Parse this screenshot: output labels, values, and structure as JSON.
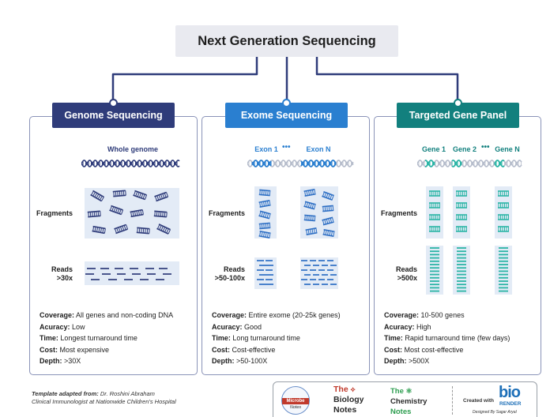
{
  "title": "Next Generation Sequencing",
  "columns": [
    {
      "header": "Genome Sequencing",
      "sublabel": "Whole genome",
      "fragments_label": "Fragments",
      "reads_label": [
        "Reads",
        ">30x"
      ],
      "info": [
        {
          "key": "Coverage:",
          "value": "All genes and non-coding DNA"
        },
        {
          "key": "Acuracy:",
          "value": "Low"
        },
        {
          "key": "Time:",
          "value": "Longest turnaround time"
        },
        {
          "key": "Cost:",
          "value": "Most expensive"
        },
        {
          "key": "Depth:",
          "value": ">30X"
        }
      ]
    },
    {
      "header": "Exome Sequencing",
      "sublabels": [
        "Exon 1",
        "•••",
        "Exon N"
      ],
      "fragments_label": "Fragments",
      "reads_label": [
        "Reads",
        ">50-100x"
      ],
      "info": [
        {
          "key": "Coverage:",
          "value": "Entire exome (20-25k genes)"
        },
        {
          "key": "Acuracy:",
          "value": "Good"
        },
        {
          "key": "Time:",
          "value": "Long turnaround time"
        },
        {
          "key": "Cost:",
          "value": "Cost-effective"
        },
        {
          "key": "Depth:",
          "value": ">50-100X"
        }
      ]
    },
    {
      "header": "Targeted Gene Panel",
      "sublabels": [
        "Gene 1",
        "Gene 2",
        "•••",
        "Gene N"
      ],
      "fragments_label": "Fragments",
      "reads_label": [
        "Reads",
        ">500x"
      ],
      "info": [
        {
          "key": "Coverage:",
          "value": "10-500 genes"
        },
        {
          "key": "Acuracy:",
          "value": "High"
        },
        {
          "key": "Time:",
          "value": "Rapid turnaround time (few days)"
        },
        {
          "key": "Cost:",
          "value": "Most cost-effective"
        },
        {
          "key": "Depth:",
          "value": ">500X"
        }
      ]
    }
  ],
  "footer": {
    "template_label": "Template adapted from:",
    "template_author": "Dr. Roshini Abraham",
    "template_role": "Clinical Immunologist at Nationwide Children's Hospital",
    "microbe_top": "Microbe",
    "microbe_bottom": "Notes",
    "bio_notes": [
      "The",
      "Biology",
      "Notes"
    ],
    "chem_notes": [
      "The",
      "Chemistry",
      "Notes"
    ],
    "created_with": "Created with",
    "bio": "bio",
    "render": "RENDER",
    "designed_by": "Designed By Sagar Aryal"
  },
  "colors": {
    "genome_header": "#2f3c7a",
    "exome_header": "#2a7fd0",
    "targeted_header": "#12807e",
    "genome_fragment": "#2f3c7a",
    "exome_fragment": "#2e6fc4",
    "targeted_fragment": "#2bb5a6",
    "column_border": "#8a93b8"
  }
}
